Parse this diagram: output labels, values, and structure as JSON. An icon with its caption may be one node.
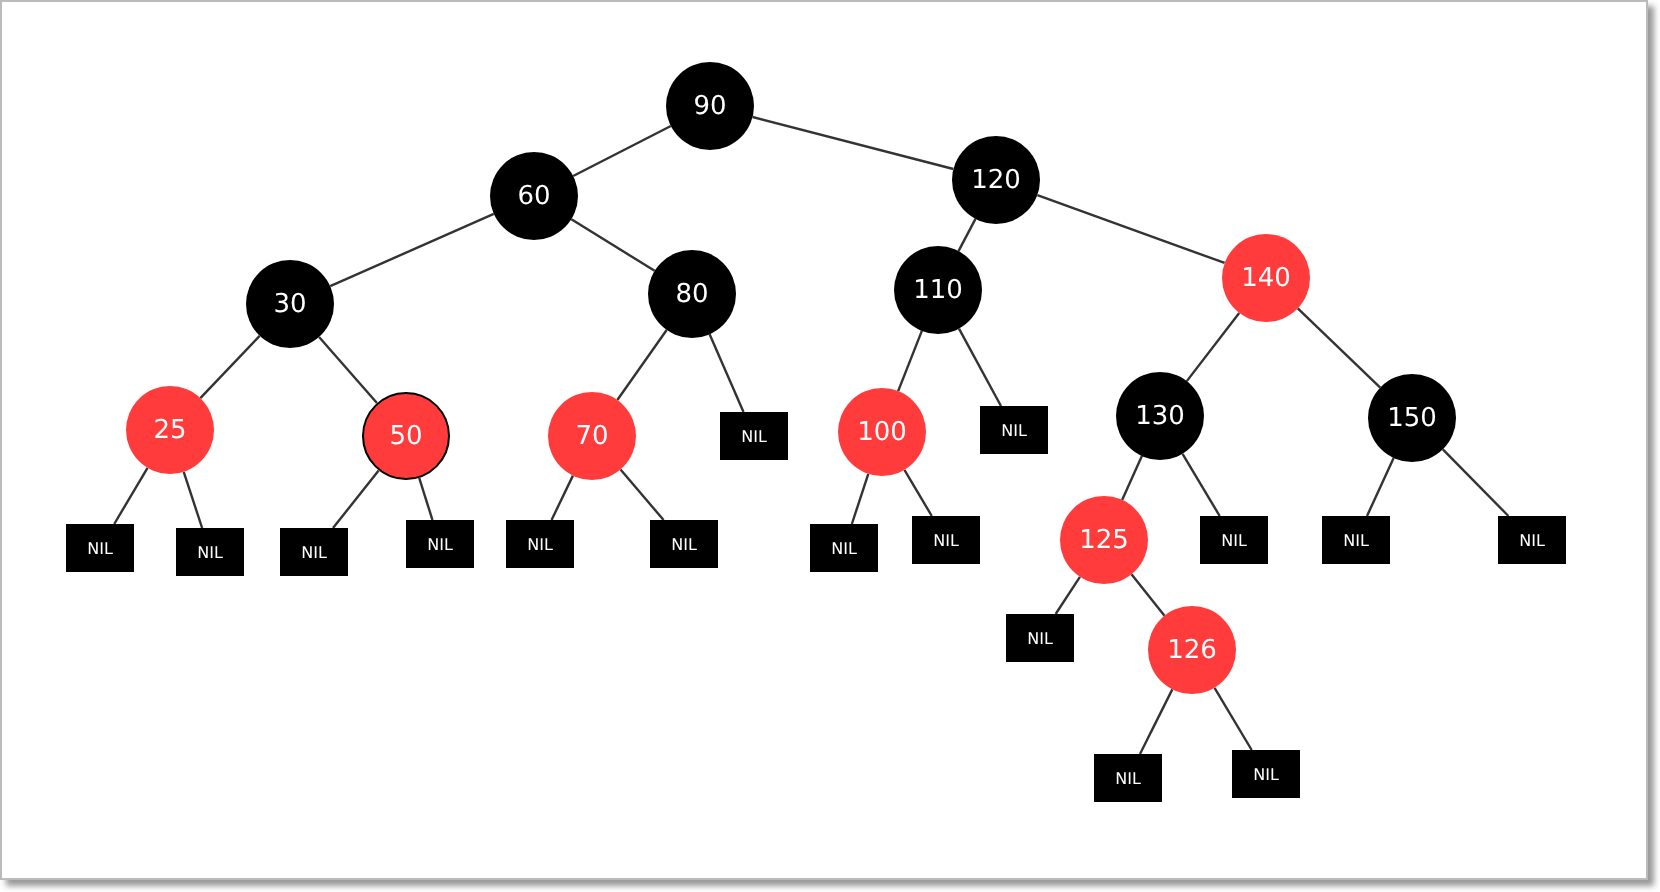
{
  "diagram": {
    "nodes": [
      {
        "text": [
          "90"
        ]
      },
      {
        "text": [
          "60"
        ]
      },
      {
        "text": [
          "120"
        ]
      },
      {
        "text": [
          "30"
        ]
      },
      {
        "text": [
          "80"
        ]
      },
      {
        "text": [
          "110"
        ]
      },
      {
        "text": [
          "140"
        ]
      },
      {
        "text": [
          "25"
        ]
      },
      {
        "text": [
          "50"
        ]
      },
      {
        "text": [
          "70"
        ]
      },
      {
        "text": [
          "NIL"
        ]
      },
      {
        "text": [
          "100"
        ]
      },
      {
        "text": [
          "NIL"
        ]
      },
      {
        "text": [
          "130"
        ]
      },
      {
        "text": [
          "150"
        ]
      },
      {
        "text": [
          "NIL"
        ]
      },
      {
        "text": [
          "NIL"
        ]
      },
      {
        "text": [
          "NIL"
        ]
      },
      {
        "text": [
          "NIL"
        ]
      },
      {
        "text": [
          "NIL"
        ]
      },
      {
        "text": [
          "NIL"
        ]
      },
      {
        "text": [
          "NIL"
        ]
      },
      {
        "text": [
          "NIL"
        ]
      },
      {
        "text": [
          "125"
        ]
      },
      {
        "text": [
          "NIL"
        ]
      },
      {
        "text": [
          "NIL"
        ]
      },
      {
        "text": [
          "NIL"
        ]
      },
      {
        "text": [
          "NIL"
        ]
      },
      {
        "text": [
          "126"
        ]
      },
      {
        "text": [
          "NIL"
        ]
      },
      {
        "text": [
          "NIL"
        ]
      }
    ],
    "edges": [
      {
        "from": 0,
        "to": 1,
        "arrow": "none"
      },
      {
        "from": 0,
        "to": 2,
        "arrow": "none"
      },
      {
        "from": 1,
        "to": 3,
        "arrow": "none"
      },
      {
        "from": 1,
        "to": 4,
        "arrow": "none"
      },
      {
        "from": 2,
        "to": 5,
        "arrow": "none"
      },
      {
        "from": 2,
        "to": 6,
        "arrow": "none"
      },
      {
        "from": 3,
        "to": 7,
        "arrow": "none"
      },
      {
        "from": 3,
        "to": 8,
        "arrow": "none"
      },
      {
        "from": 4,
        "to": 9,
        "arrow": "none"
      },
      {
        "from": 4,
        "to": 10,
        "arrow": "none"
      },
      {
        "from": 5,
        "to": 11,
        "arrow": "none"
      },
      {
        "from": 5,
        "to": 12,
        "arrow": "none"
      },
      {
        "from": 6,
        "to": 13,
        "arrow": "none"
      },
      {
        "from": 6,
        "to": 14,
        "arrow": "none"
      },
      {
        "from": 7,
        "to": 15,
        "arrow": "none"
      },
      {
        "from": 7,
        "to": 16,
        "arrow": "none"
      },
      {
        "from": 8,
        "to": 17,
        "arrow": "none"
      },
      {
        "from": 8,
        "to": 18,
        "arrow": "none"
      },
      {
        "from": 9,
        "to": 19,
        "arrow": "none"
      },
      {
        "from": 9,
        "to": 20,
        "arrow": "none"
      },
      {
        "from": 11,
        "to": 21,
        "arrow": "none"
      },
      {
        "from": 11,
        "to": 22,
        "arrow": "none"
      },
      {
        "from": 13,
        "to": 23,
        "arrow": "none"
      },
      {
        "from": 13,
        "to": 24,
        "arrow": "none"
      },
      {
        "from": 14,
        "to": 25,
        "arrow": "none"
      },
      {
        "from": 14,
        "to": 26,
        "arrow": "none"
      },
      {
        "from": 23,
        "to": 27,
        "arrow": "none"
      },
      {
        "from": 23,
        "to": 28,
        "arrow": "none"
      },
      {
        "from": 28,
        "to": 29,
        "arrow": "none"
      },
      {
        "from": 28,
        "to": 30,
        "arrow": "none"
      }
    ]
  }
}
